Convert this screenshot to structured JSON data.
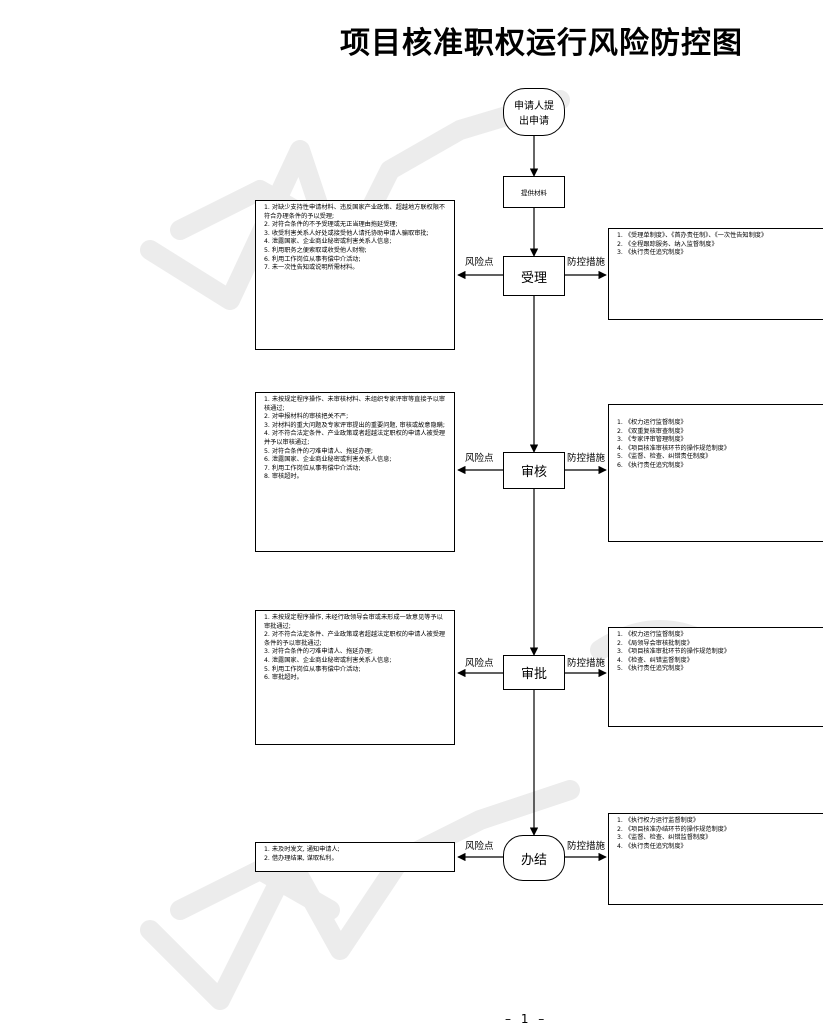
{
  "title": "项目核准职权运行风险防控图",
  "start_node": "申请人提出申请",
  "submit_node": "提供材料",
  "risk_label": "风险点",
  "control_label": "防控措施",
  "stages": [
    {
      "name": "受理",
      "risks": "1. 对缺少支持性申请材料、违反国家产业政策、超越地方联权限不符合办理条件的予以受理;\n2. 对符合条件的不予受理或无正当理由拖延受理;\n3. 收受利害关系人好处或接受他人请托协助申请人骗取审批;\n4. 泄露国家、企业商业秘密或利害关系人信息;\n5. 利用职务之便索取或收受他人财物;\n6. 利用工作岗位从事有偿中介活动;\n7. 未一次性告知或说明所需材料。",
      "controls": "1. 《受理单制度》、《首办责任制》、《一次性告知制度》\n2. 《全程跟踪服务、纳入监督制度》\n3. 《执行责任追究制度》"
    },
    {
      "name": "审核",
      "risks": "1. 未按规定程序操作、未审核材料、未组织专家评审等直接予以审核通过;\n2. 对申报材料的审核把关不严;\n3. 对材料的重大问题及专家评审提出的重要问题, 审核或故意隐瞒;\n4. 对不符合法定条件、产业政策或者超越法定职权的申请人被受理并予以审核通过;\n5. 对符合条件的刁难申请人、拖延办理;\n6. 泄露国家、企业商业秘密或利害关系人信息;\n7. 利用工作岗位从事有偿中介活动;\n8. 审核超时。",
      "controls": "1. 《权力运行监督制度》\n2. 《双重复核审查制度》\n3. 《专家评审管理制度》\n4. 《项目核准审核环节的操作规范制度》\n5. 《监督、检查、纠错责任制度》\n6. 《执行责任追究制度》"
    },
    {
      "name": "审批",
      "risks": "1. 未按规定程序操作, 未经行政领导会审或未形成一致意见等予以审批通过;\n2. 对不符合法定条件、产业政策或者超越法定职权的申请人被受理条件的予以审批通过;\n3. 对符合条件的刁难申请人、拖延办理;\n4. 泄露国家、企业商业秘密或利害关系人信息;\n5. 利用工作岗位从事有偿中介活动;\n6. 审批超时。",
      "controls": "1. 《权力运行监督制度》\n2. 《局领导会审核批制度》\n3. 《项目核准审批环节的操作规范制度》\n4. 《检查、纠错监督制度》\n5. 《执行责任追究制度》"
    },
    {
      "name": "办结",
      "risks": "1. 未及时发文, 通知申请人;\n2. 借办理结果, 谋取私利。",
      "controls": "1. 《执行权力运行监督制度》\n2. 《项目核准办结环节的操作规范制度》\n3. 《监督、检查、纠错监督制度》\n4. 《执行责任追究制度》"
    }
  ],
  "page_number": "– 1 –",
  "watermark_text": "WPS"
}
